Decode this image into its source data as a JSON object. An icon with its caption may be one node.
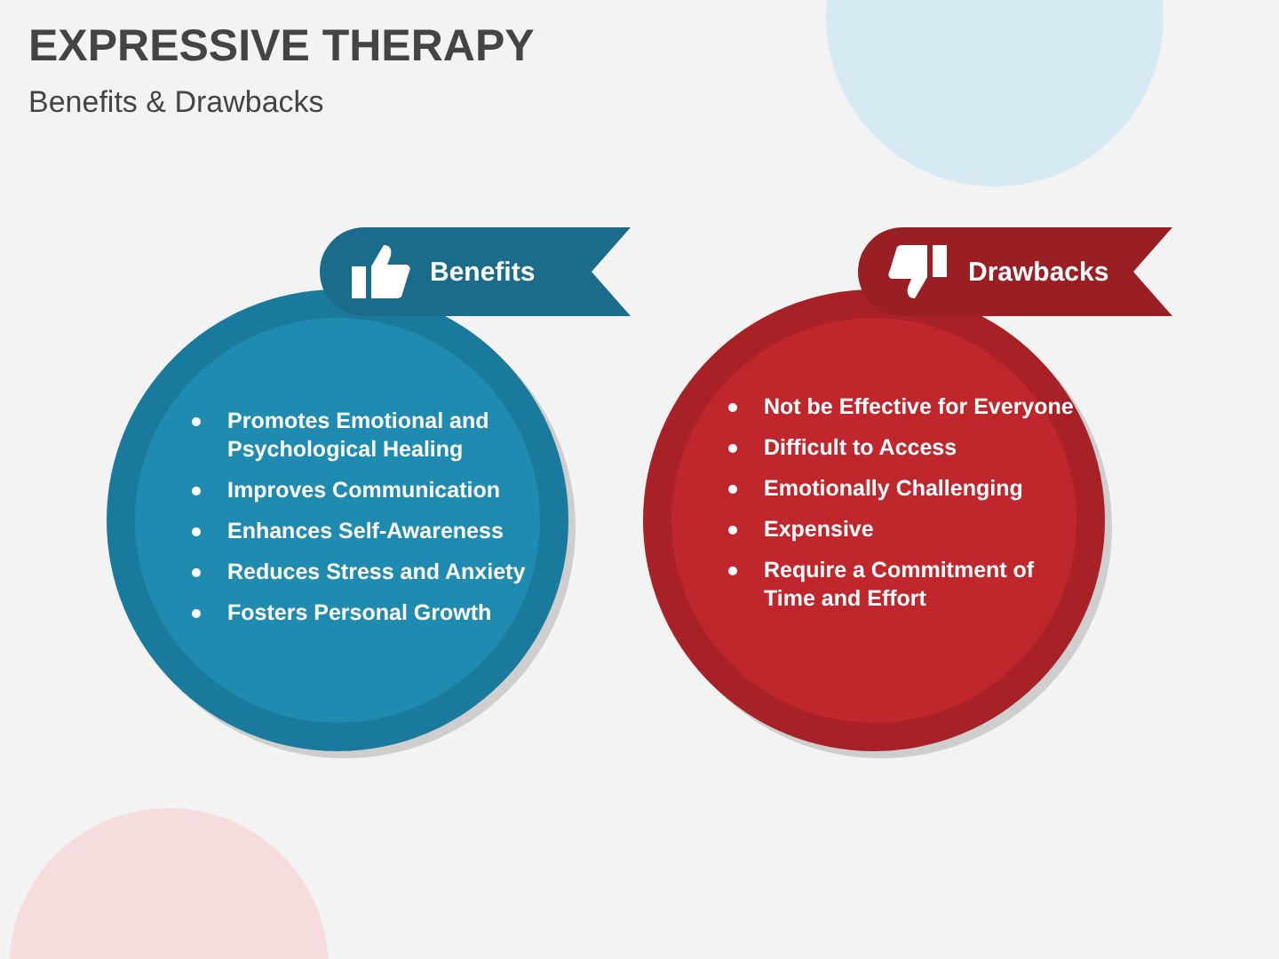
{
  "diagram": {
    "title": "EXPRESSIVE THERAPY",
    "nodes": [
      {
        "text": [
          "Benefits"
        ]
      },
      {
        "text": [
          "Promotes Emotional and Psychological Healing",
          "Improves Communication",
          "Enhances Self-Awareness",
          "Reduces Stress and Anxiety",
          "Fosters Personal Growth"
        ]
      },
      {
        "text": [
          "Drawbacks"
        ]
      },
      {
        "text": [
          "Not be Effective for Everyone",
          "Difficult to Access",
          "Emotionally Challenging",
          "Expensive",
          "Require a Commitment of Time and Effort"
        ]
      }
    ],
    "labels": [
      "Benefits & Drawbacks"
    ]
  }
}
